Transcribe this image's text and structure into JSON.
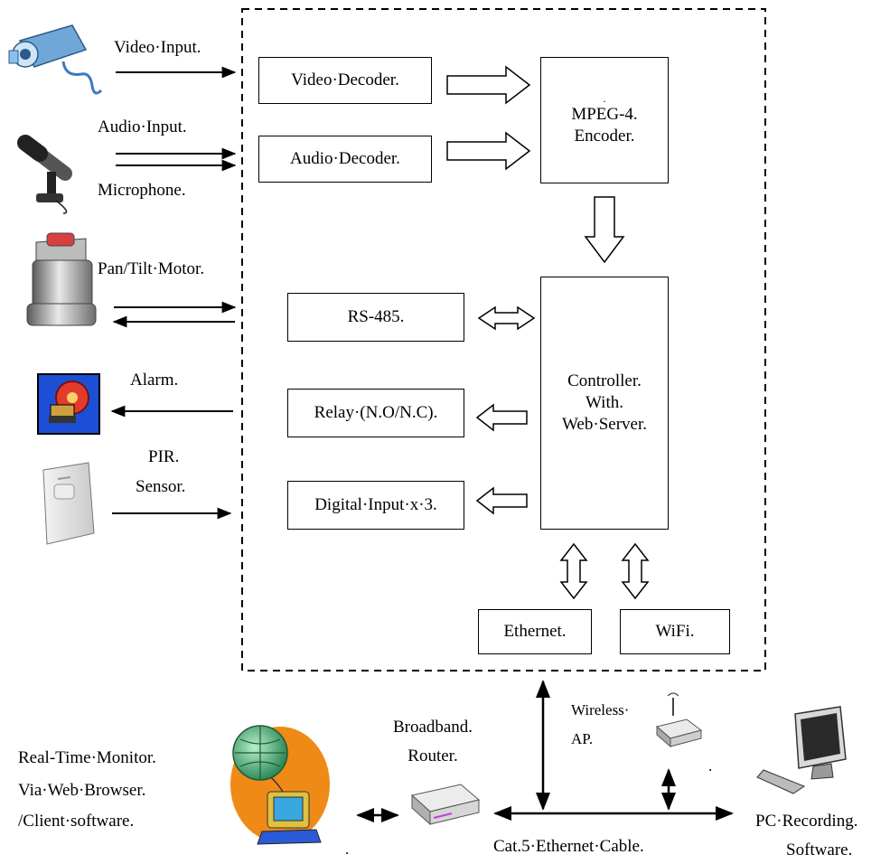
{
  "inputs": {
    "video_input": "Video·Input.",
    "audio_input": "Audio·Input.",
    "microphone": "Microphone.",
    "pan_tilt_motor": "Pan/Tilt·Motor.",
    "alarm": "Alarm.",
    "pir": "PIR.",
    "sensor": "Sensor."
  },
  "blocks": {
    "video_decoder": "Video·Decoder.",
    "audio_decoder": "Audio·Decoder.",
    "mpeg4_dot": ".",
    "mpeg4_line1": "MPEG-4.",
    "mpeg4_line2": "Encoder.",
    "rs485": "RS-485.",
    "relay": "Relay·(N.O/N.C).",
    "digital_input": "Digital·Input·x·3.",
    "controller_line1": "Controller.",
    "controller_line2": "With.",
    "controller_line3": "Web·Server.",
    "ethernet": "Ethernet.",
    "wifi": "WiFi."
  },
  "network": {
    "broadband_line1": "Broadband.",
    "broadband_line2": "Router.",
    "wireless_line1": "Wireless·",
    "wireless_line2": "AP.",
    "ap_dot": ".",
    "monitor_line1": "Real-Time·Monitor.",
    "monitor_line2": "Via·Web·Browser.",
    "monitor_line3": "/Client·software.",
    "cable": "Cat.5·Ethernet·Cable.",
    "pc_line1": "PC·Recording.",
    "pc_line2": "Software.",
    "globe_dot": "."
  },
  "icons": [
    "video-camera-icon",
    "microphone-icon",
    "pan-tilt-motor-icon",
    "alarm-bell-icon",
    "pir-sensor-icon",
    "globe-computer-icon",
    "router-icon",
    "wireless-ap-icon",
    "pc-monitor-icon"
  ]
}
